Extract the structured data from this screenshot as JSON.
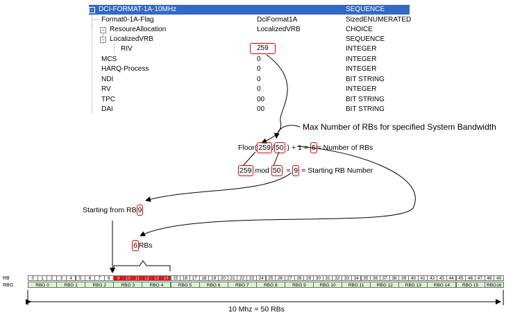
{
  "tree": {
    "rows": [
      {
        "name": "DCI-FORMAT-1A-10MHz",
        "value": "",
        "type": "SEQUENCE",
        "expander": "⊟"
      },
      {
        "name": "Format0-1A-Flag",
        "value": "DciFormat1A",
        "type": "SizedENUMERATED",
        "expander": ""
      },
      {
        "name": "ResoureAllocation",
        "value": "LocalizedVRB",
        "type": "CHOICE",
        "expander": "⊟"
      },
      {
        "name": "LocalizedVRB",
        "value": "",
        "type": "SEQUENCE",
        "expander": "⊟"
      },
      {
        "name": "RIV",
        "value": "259",
        "type": "INTEGER",
        "expander": ""
      },
      {
        "name": "MCS",
        "value": "0",
        "type": "INTEGER",
        "expander": ""
      },
      {
        "name": "HARQ-Process",
        "value": "0",
        "type": "INTEGER",
        "expander": ""
      },
      {
        "name": "NDI",
        "value": "0",
        "type": "BIT STRING",
        "expander": ""
      },
      {
        "name": "RV",
        "value": "0",
        "type": "INTEGER",
        "expander": ""
      },
      {
        "name": "TPC",
        "value": "00",
        "type": "BIT STRING",
        "expander": ""
      },
      {
        "name": "DAI",
        "value": "00",
        "type": "BIT STRING",
        "expander": ""
      }
    ]
  },
  "annotations": {
    "max_rbs": "Max Number of RBs for specified System Bandwidth",
    "floor_prefix": "Floor(",
    "floor_a": "259",
    "floor_slash": "/",
    "floor_b": "50",
    "floor_mid": ") + 1 =",
    "floor_result": "6",
    "floor_suffix": "= Number of RBs",
    "mod_a": "259",
    "mod_word": "mod",
    "mod_b": "50",
    "mod_eq": "=",
    "mod_result": "9",
    "mod_suffix": "= Starting RB Number",
    "start_prefix": "Starting from RB",
    "start_value": "9",
    "rbs_value": "6",
    "rbs_suffix": "RBs"
  },
  "rb_table": {
    "rb_label": "RB",
    "rbg_label": "RBG",
    "rb_numbers": [
      "0",
      "1",
      "2",
      "3",
      "4",
      "5",
      "6",
      "7",
      "8",
      "9",
      "10",
      "11",
      "12",
      "13",
      "14",
      "15",
      "16",
      "17",
      "18",
      "19",
      "20",
      "21",
      "22",
      "23",
      "24",
      "25",
      "26",
      "27",
      "28",
      "29",
      "30",
      "31",
      "32",
      "33",
      "34",
      "35",
      "36",
      "37",
      "38",
      "39",
      "40",
      "41",
      "42",
      "43",
      "44",
      "45",
      "46",
      "47",
      "48",
      "49"
    ],
    "highlighted_rbs": [
      9,
      10,
      11,
      12,
      13,
      14
    ],
    "highlight_color": "#e01010",
    "rbg_color": "#d8f5d0",
    "rbg_groups": [
      {
        "label": "RBG 0",
        "size": 3
      },
      {
        "label": "RBG 1",
        "size": 3
      },
      {
        "label": "RBG 2",
        "size": 3
      },
      {
        "label": "RBG 3",
        "size": 3
      },
      {
        "label": "RBG 4",
        "size": 3
      },
      {
        "label": "RBG 5",
        "size": 3
      },
      {
        "label": "RBG 6",
        "size": 3
      },
      {
        "label": "RBG 7",
        "size": 3
      },
      {
        "label": "RBG 8",
        "size": 3
      },
      {
        "label": "RBG 9",
        "size": 3
      },
      {
        "label": "RBG 10",
        "size": 3
      },
      {
        "label": "RBG 11",
        "size": 3
      },
      {
        "label": "RBG 12",
        "size": 3
      },
      {
        "label": "RBG 13",
        "size": 3
      },
      {
        "label": "RBG 14",
        "size": 3
      },
      {
        "label": "RBG 15",
        "size": 3
      },
      {
        "label": "RBG16",
        "size": 2
      }
    ]
  },
  "caption": "10 Mhz = 50 RBs",
  "colors": {
    "selection": "#3169c6",
    "highlight_box": "#e00000"
  }
}
